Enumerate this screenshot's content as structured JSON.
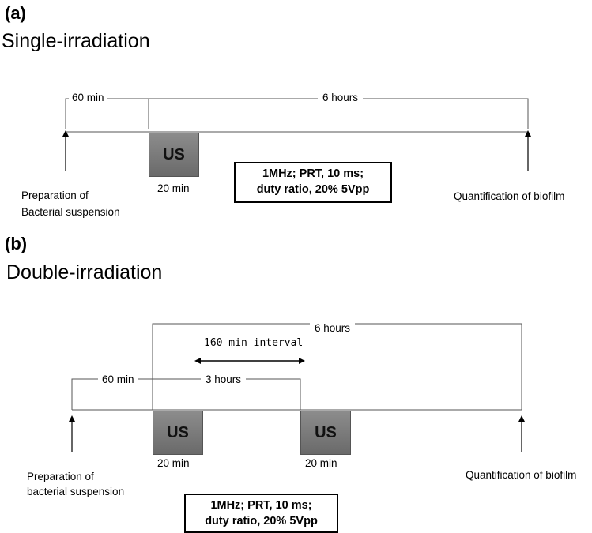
{
  "panel_a": {
    "label": "(a)",
    "title": "Single-irradiation",
    "span_60": "60 min",
    "span_6h": "6 hours",
    "us_label": "US",
    "us_duration": "20 min",
    "params_line1": "1MHz; PRT, 10 ms;",
    "params_line2": "duty ratio, 20% 5Vpp",
    "start_line1": "Preparation of",
    "start_line2": "Bacterial suspension",
    "end_label": "Quantification of biofilm"
  },
  "panel_b": {
    "label": "(b)",
    "title": "Double-irradiation",
    "span_6h": "6 hours",
    "interval": "160 min interval",
    "span_60": "60 min",
    "span_3h": "3 hours",
    "us1_label": "US",
    "us1_duration": "20 min",
    "us2_label": "US",
    "us2_duration": "20 min",
    "start_line1": "Preparation of",
    "start_line2": "bacterial suspension",
    "end_label": "Quantification of biofilm",
    "params_line1": "1MHz; PRT, 10 ms;",
    "params_line2": "duty ratio, 20% 5Vpp"
  }
}
